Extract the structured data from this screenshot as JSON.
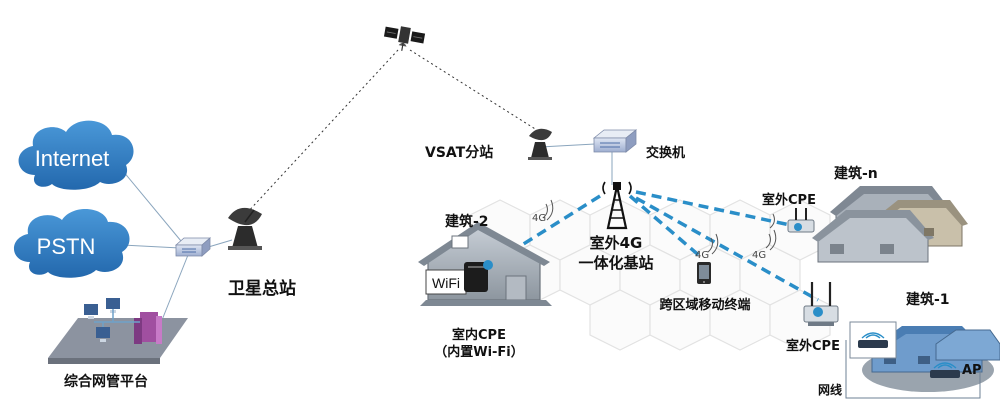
{
  "labels": {
    "internet": "Internet",
    "pstn": "PSTN",
    "nms_platform": "综合网管平台",
    "satellite_hub": "卫星总站",
    "vsat_station": "VSAT分站",
    "switch": "交换机",
    "base_station_line1": "室外4G",
    "base_station_line2": "一体化基站",
    "building_2": "建筑-2",
    "indoor_cpe_line1": "室内CPE",
    "indoor_cpe_line2": "（内置Wi-Fi）",
    "wifi_text": "WiFi",
    "roaming_terminal": "跨区域移动终端",
    "outdoor_cpe_top": "室外CPE",
    "building_n": "建筑-n",
    "outdoor_cpe_bottom": "室外CPE",
    "building_1": "建筑-1",
    "ap": "AP",
    "network_cable": "网线",
    "signal_label": "4G"
  },
  "colors": {
    "cloud": "#2f7fc4",
    "wireless_link": "#2a8ec8",
    "wire": "#8aa5bd",
    "hex_grid": "#e3e3e3",
    "roof_blue": "#5d8fc0",
    "house": "#9da6b0"
  },
  "icons": [
    "satellite-icon",
    "dish-antenna-icon",
    "network-switch-icon",
    "cell-tower-icon",
    "mobile-phone-icon",
    "cpe-router-icon",
    "computer-icon",
    "house-icon"
  ]
}
